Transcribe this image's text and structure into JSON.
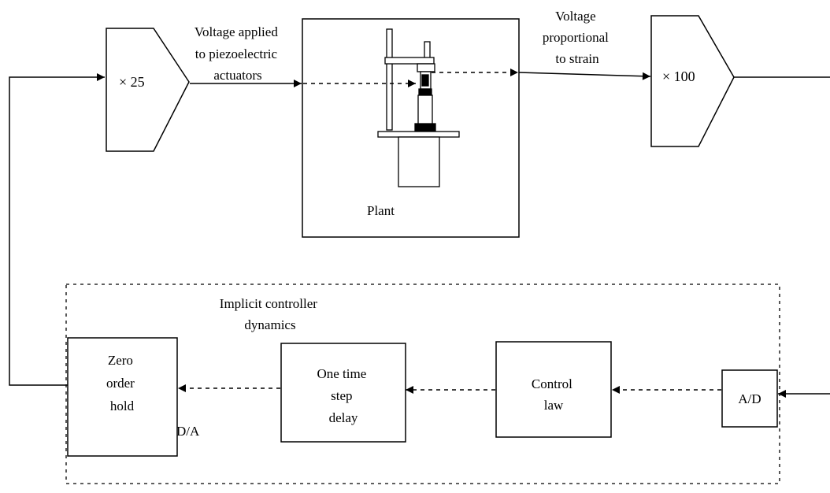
{
  "amplifier_input": {
    "label": "× 25"
  },
  "amplifier_output": {
    "label": "× 100"
  },
  "signal_in_label": [
    "Voltage applied",
    "to piezoelectric",
    "actuators"
  ],
  "signal_out_label": [
    "Voltage",
    "proportional",
    "to strain"
  ],
  "plant": {
    "label": "Plant"
  },
  "controller_region": {
    "label": [
      "Implicit controller",
      "dynamics"
    ]
  },
  "blocks": {
    "zero_order_hold": {
      "label": [
        "Zero",
        "order",
        "hold"
      ],
      "sublabel": "D/A"
    },
    "delay": {
      "label": [
        "One time",
        "step",
        "delay"
      ]
    },
    "control_law": {
      "label": [
        "Control",
        "law"
      ]
    },
    "ad": {
      "label": "A/D"
    }
  }
}
